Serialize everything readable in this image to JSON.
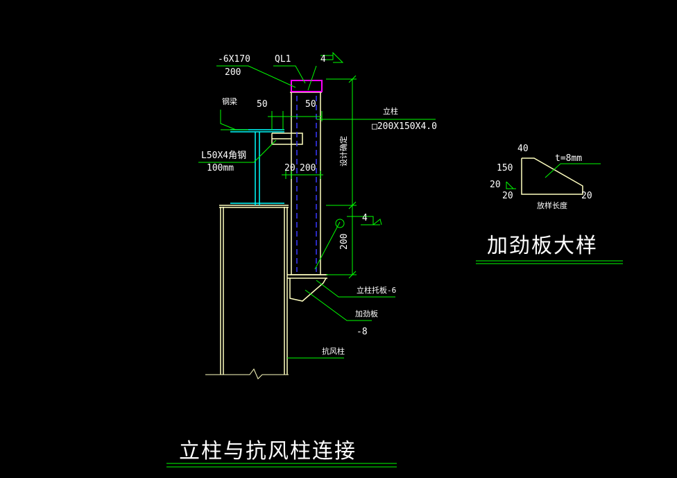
{
  "colors": {
    "background": "#000000",
    "structure": "#ffffc0",
    "leader": "#00ff00",
    "beam": "#00ffff",
    "plate": "#ff00ff",
    "hidden": "#3b3bff",
    "white": "#ffffff"
  },
  "labels": {
    "plate_spec_top": "-6X170",
    "plate_spec_bottom": "200",
    "beam_ql1": "QL1",
    "weld_4_top": "4",
    "steel_beam": "钢梁",
    "dim_50_left": "50",
    "dim_50_right": "50",
    "column_label": "立柱",
    "column_spec": "□200X150X4.0",
    "angle_spec": "L50X4角钢",
    "angle_len": "100mm",
    "dim_20": "20",
    "dim_200": "200",
    "vertical_note": "设计确定",
    "weld_4_mid": "4",
    "dim_200_vertical": "200",
    "support_plate": "立柱托板-6",
    "stiffener": "加劲板",
    "stiffener_thk": "-8",
    "wind_column": "抗风柱",
    "main_title": "立柱与抗风柱连接"
  },
  "detail": {
    "dim_40": "40",
    "thickness": "t=8mm",
    "dim_150": "150",
    "dim_20_a": "20",
    "dim_20_b": "20",
    "dim_20_c": "20",
    "lay_length": "放样长度",
    "title": "加劲板大样"
  }
}
